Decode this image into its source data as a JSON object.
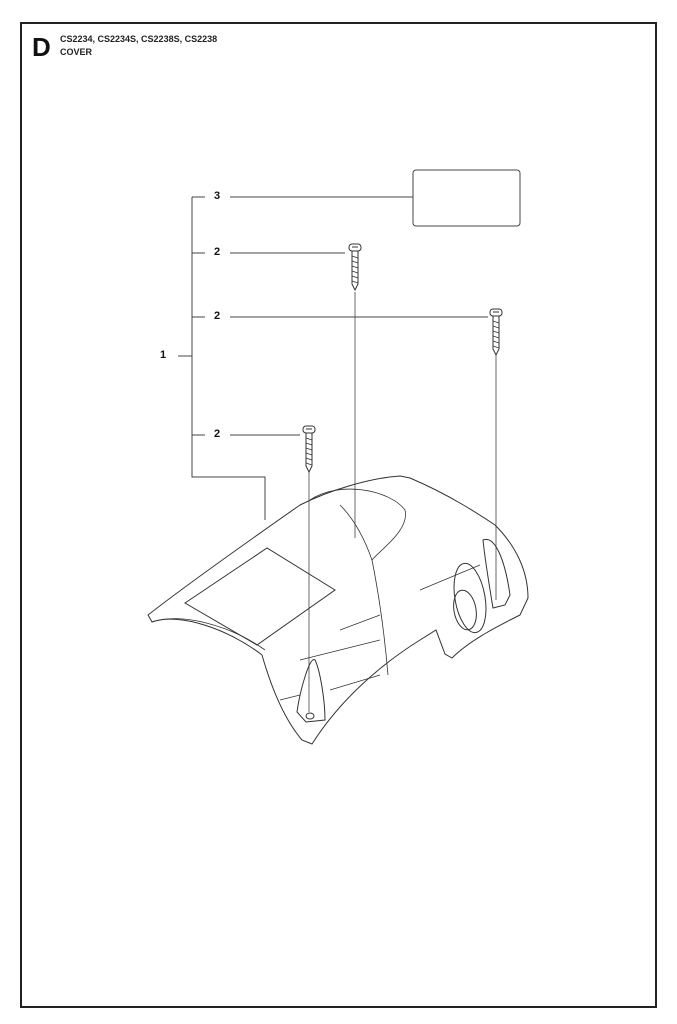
{
  "header": {
    "section_letter": "D",
    "models": "CS2234, CS2234S, CS2238S, CS2238",
    "title": "COVER"
  },
  "callouts": {
    "part_1": "1",
    "part_2a": "2",
    "part_2b": "2",
    "part_2c": "2",
    "part_3": "3"
  }
}
